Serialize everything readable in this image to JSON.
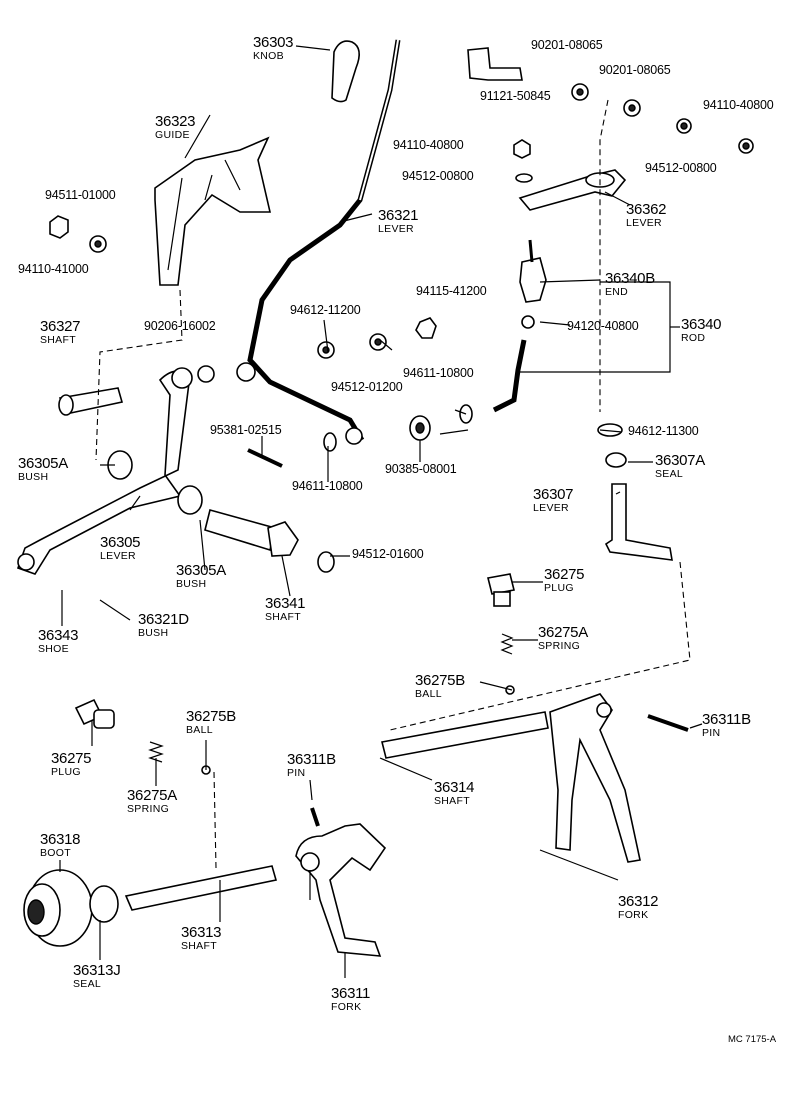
{
  "diagram_code": "MC 7175-A",
  "parts": {
    "knob": {
      "number": "36303",
      "name": "KNOB"
    },
    "guide": {
      "number": "36323",
      "name": "GUIDE"
    },
    "lever_main": {
      "number": "36321",
      "name": "LEVER"
    },
    "shaft_36327": {
      "number": "36327",
      "name": "SHAFT"
    },
    "bush_36305a_left": {
      "number": "36305A",
      "name": "BUSH"
    },
    "lever_36305": {
      "number": "36305",
      "name": "LEVER"
    },
    "bush_36305a_right": {
      "number": "36305A",
      "name": "BUSH"
    },
    "shaft_36341": {
      "number": "36341",
      "name": "SHAFT"
    },
    "shoe": {
      "number": "36343",
      "name": "SHOE"
    },
    "bush_36321d": {
      "number": "36321D",
      "name": "BUSH"
    },
    "lever_36362": {
      "number": "36362",
      "name": "LEVER"
    },
    "end": {
      "number": "36340B",
      "name": "END"
    },
    "rod": {
      "number": "36340",
      "name": "ROD"
    },
    "seal_36307a": {
      "number": "36307A",
      "name": "SEAL"
    },
    "lever_36307": {
      "number": "36307",
      "name": "LEVER"
    },
    "plug_right": {
      "number": "36275",
      "name": "PLUG"
    },
    "spring_right": {
      "number": "36275A",
      "name": "SPRING"
    },
    "ball_right": {
      "number": "36275B",
      "name": "BALL"
    },
    "pin_right": {
      "number": "36311B",
      "name": "PIN"
    },
    "shaft_36314": {
      "number": "36314",
      "name": "SHAFT"
    },
    "fork_36312": {
      "number": "36312",
      "name": "FORK"
    },
    "plug_left": {
      "number": "36275",
      "name": "PLUG"
    },
    "spring_left": {
      "number": "36275A",
      "name": "SPRING"
    },
    "ball_left": {
      "number": "36275B",
      "name": "BALL"
    },
    "pin_left": {
      "number": "36311B",
      "name": "PIN"
    },
    "boot": {
      "number": "36318",
      "name": "BOOT"
    },
    "shaft_36313": {
      "number": "36313",
      "name": "SHAFT"
    },
    "seal_36313j": {
      "number": "36313J",
      "name": "SEAL"
    },
    "fork_36311": {
      "number": "36311",
      "name": "FORK"
    }
  },
  "hardware": {
    "bolt_91121": "91121-50845",
    "washer_90201_a": "90201-08065",
    "washer_90201_b": "90201-08065",
    "nut_94110_40800_a": "94110-40800",
    "nut_94110_40800_b": "94110-40800",
    "lockwasher_94512_00800_a": "94512-00800",
    "lockwasher_94512_00800_b": "94512-00800",
    "lockwasher_94511": "94511-01000",
    "nut_94110_41000": "94110-41000",
    "washer_90206": "90206-16002",
    "nut_94115": "94115-41200",
    "washer_94612_11200": "94612-11200",
    "lockwasher_94512_01200": "94512-01200",
    "nut_94120": "94120-40800",
    "washer_94611_top": "94611-10800",
    "washer_94612_11300": "94612-11300",
    "pin_95381": "95381-02515",
    "washer_94611_bottom": "94611-10800",
    "bushing_90385": "90385-08001",
    "lockwasher_94512_01600": "94512-01600"
  }
}
